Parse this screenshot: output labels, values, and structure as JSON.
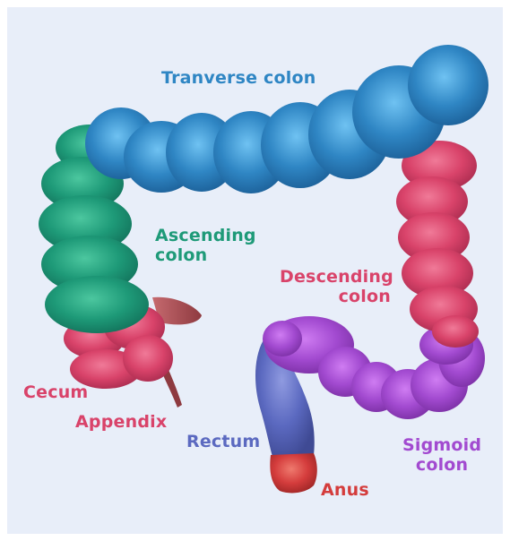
{
  "diagram": {
    "labels": {
      "transverse": "Tranverse colon",
      "ascending_1": "Ascending",
      "ascending_2": "colon",
      "descending_1": "Descending",
      "descending_2": "colon",
      "cecum": "Cecum",
      "appendix": "Appendix",
      "rectum": "Rectum",
      "sigmoid_1": "Sigmoid",
      "sigmoid_2": "colon",
      "anus": "Anus"
    },
    "colors": {
      "background": "#e8eef9",
      "transverse": "#2f86c4",
      "ascending": "#1e9a78",
      "descending": "#d9436a",
      "cecum": "#d9436a",
      "appendix": "#a8464e",
      "sigmoid": "#a24ad0",
      "rectum": "#5b69c0",
      "anus": "#d43c3c"
    }
  }
}
